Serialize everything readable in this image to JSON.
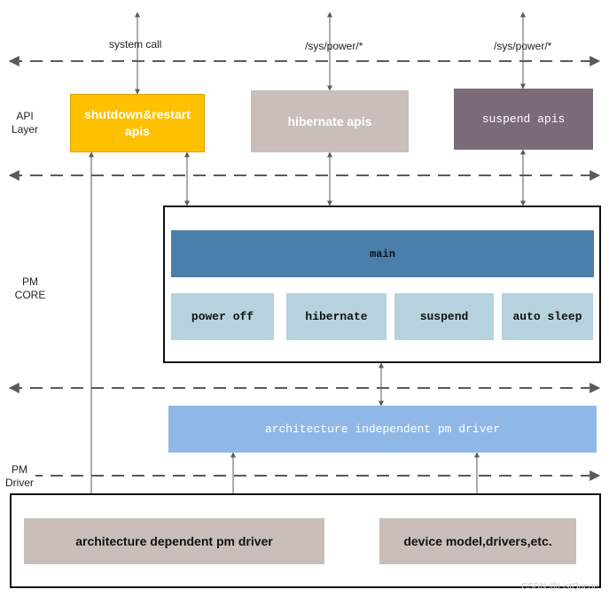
{
  "interfaces": {
    "system_call": "system call",
    "sys_power_hibernate": "/sys/power/*",
    "sys_power_suspend": "/sys/power/*"
  },
  "layers": {
    "api": "API\nLayer",
    "pm_core": "PM\nCORE",
    "pm_driver": "PM\nDriver"
  },
  "api_layer": {
    "shutdown_restart": "shutdown&restart\napis",
    "hibernate": "hibernate apis",
    "suspend": "suspend apis"
  },
  "pm_core": {
    "main": "main",
    "power_off": "power off",
    "hibernate": "hibernate",
    "suspend": "suspend",
    "auto_sleep": "auto sleep"
  },
  "arch_independent": "architecture independent pm driver",
  "pm_driver": {
    "arch_dependent": "architecture dependent pm driver",
    "device_model": "device model,drivers,etc."
  },
  "watermark": "CSDN @ListQueue",
  "colors": {
    "shutdown_box": "#ffc000",
    "hibernate_box": "#c9beba",
    "suspend_box": "#7a6b7b",
    "main_bar": "#4a7eab",
    "core_sub": "#b5d2de",
    "arch_independent": "#90b8e7",
    "driver_boxes": "#c9beba"
  }
}
